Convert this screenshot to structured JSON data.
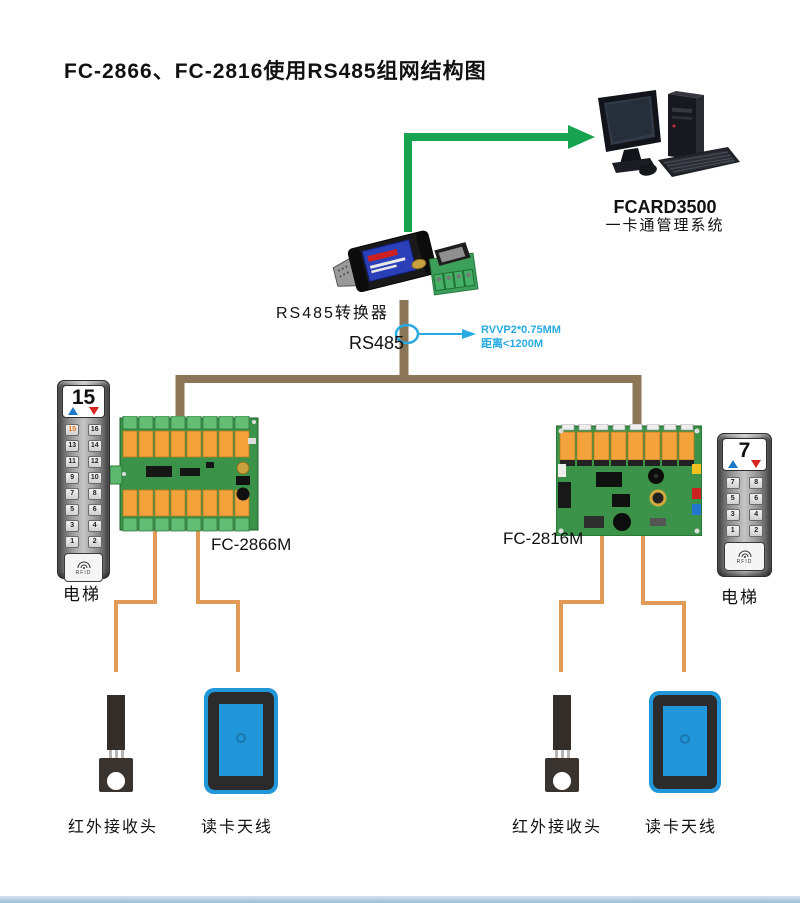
{
  "title": "FC-2866、FC-2816使用RS485组网结构图",
  "computer": {
    "label_line1": "FCARD3500",
    "label_line2": "一卡通管理系统"
  },
  "converter": {
    "label": "RS485转换器"
  },
  "bus": {
    "label": "RS485",
    "annotation_line1": "RVVP2*0.75MM",
    "annotation_line2": "距离<1200M"
  },
  "boards": {
    "left": {
      "label": "FC-2866M"
    },
    "right": {
      "label": "FC-2816M"
    }
  },
  "keypads": {
    "left": {
      "display": "15",
      "buttons": [
        "15",
        "16",
        "13",
        "14",
        "11",
        "12",
        "9",
        "10",
        "7",
        "8",
        "5",
        "6",
        "3",
        "4",
        "1",
        "2"
      ],
      "highlighted_button": "15",
      "rfid_label": "RFID",
      "caption": "电梯"
    },
    "right": {
      "display": "7",
      "buttons": [
        "7",
        "8",
        "5",
        "6",
        "3",
        "4",
        "1",
        "2"
      ],
      "rfid_label": "RFID",
      "caption": "电梯"
    }
  },
  "devices": {
    "left_ir_label": "红外接收头",
    "left_antenna_label": "读卡天线",
    "right_ir_label": "红外接收头",
    "right_antenna_label": "读卡天线"
  },
  "colors": {
    "arrow_green": "#17a34f",
    "bus_brown": "#8b7657",
    "wire_orange": "#e19a58",
    "callout_blue": "#29abe2",
    "antenna_blue": "#2196d8",
    "relay_orange": "#f4a33c",
    "pcb_green": "#3a9348"
  }
}
